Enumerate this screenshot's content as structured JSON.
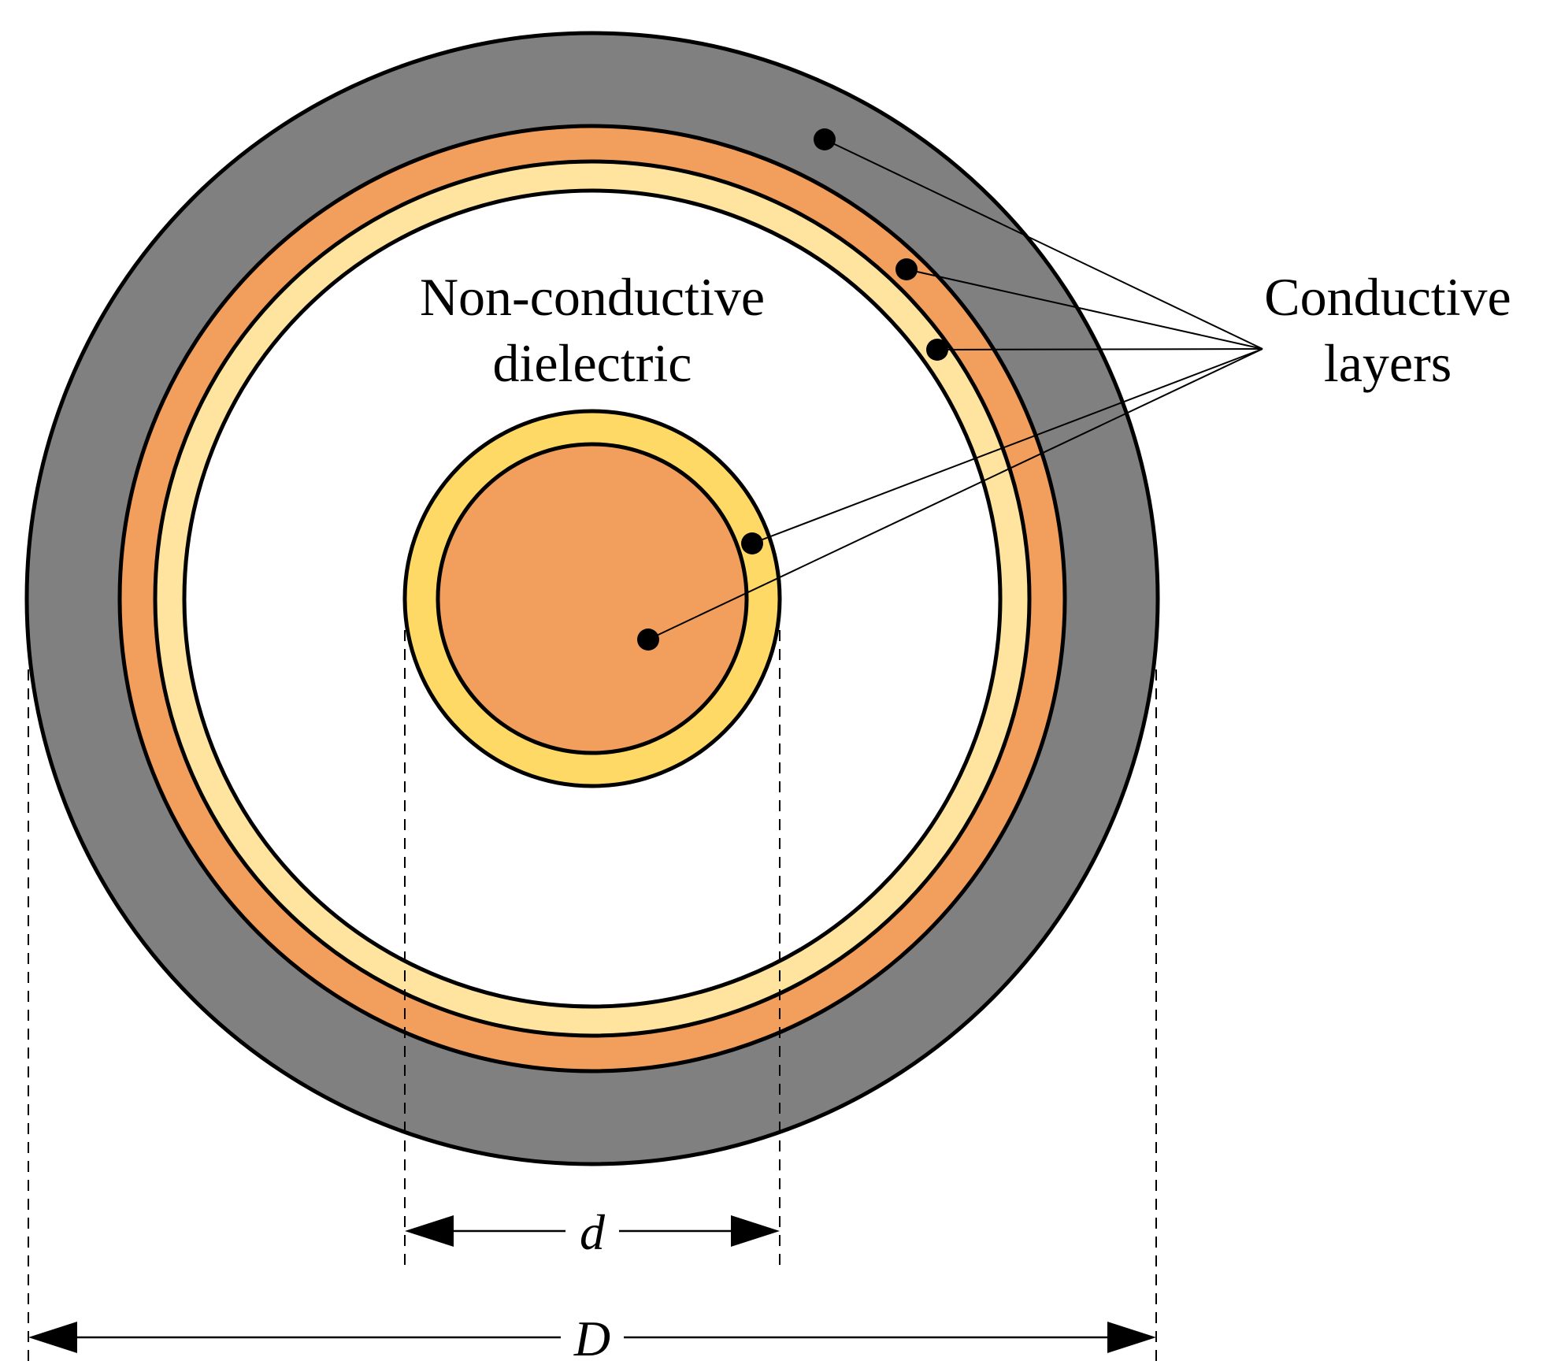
{
  "labels": {
    "dielectric_line1": "Non-conductive",
    "dielectric_line2": "dielectric",
    "conductive_line1": "Conductive",
    "conductive_line2": "layers",
    "inner_diameter": "d",
    "outer_diameter": "D"
  },
  "colors": {
    "outer_sheath": "#808080",
    "outer_conductor": "#F29E5C",
    "outer_conductor_inner_layer": "#FFE4A0",
    "dielectric": "#FFFFFF",
    "inner_conductor_coating": "#FFD966",
    "inner_conductor_core": "#F29E5C",
    "outline": "#000000"
  }
}
